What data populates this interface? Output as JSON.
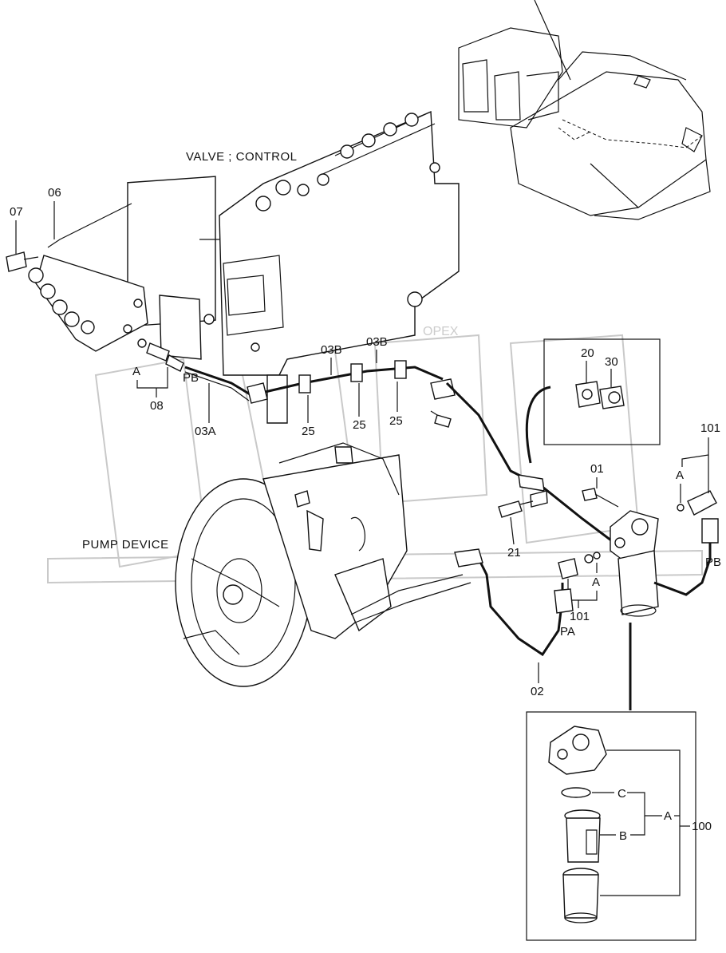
{
  "titles": {
    "valve": "VALVE ; CONTROL",
    "pump": "PUMP DEVICE"
  },
  "watermark": "OPEX",
  "callouts": {
    "p06": "06",
    "p07": "07",
    "p08": "08",
    "pA_valve": "A",
    "pPB_valve": "PB",
    "p03A": "03A",
    "p03B_1": "03B",
    "p03B_2": "03B",
    "p25_1": "25",
    "p25_2": "25",
    "p25_3": "25",
    "p20": "20",
    "p30": "30",
    "p01": "01",
    "p21": "21",
    "p101_top": "101",
    "pA_top": "A",
    "pPB_right": "PB",
    "pA_mid": "A",
    "p101_mid": "101",
    "pPA": "PA",
    "p02": "02",
    "pC": "C",
    "pA_inset": "A",
    "pB": "B",
    "p100": "100"
  }
}
